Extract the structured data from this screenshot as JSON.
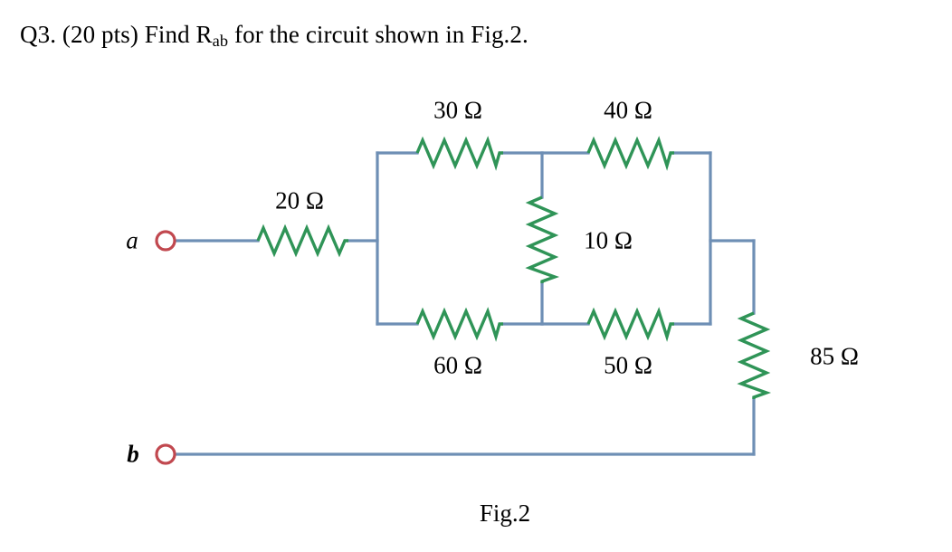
{
  "question": {
    "prefix": "Q3. (20 pts) Find R",
    "subscript": "ab",
    "suffix": " for the circuit shown in Fig.2."
  },
  "figure": {
    "caption": "Fig.2",
    "terminals": [
      {
        "name": "a",
        "label": "a"
      },
      {
        "name": "b",
        "label": "b"
      }
    ],
    "components": [
      {
        "name": "r20",
        "label": "20 Ω",
        "value": 20,
        "unit": "Ω",
        "orientation": "horizontal"
      },
      {
        "name": "r30",
        "label": "30 Ω",
        "value": 30,
        "unit": "Ω",
        "orientation": "horizontal"
      },
      {
        "name": "r40",
        "label": "40 Ω",
        "value": 40,
        "unit": "Ω",
        "orientation": "horizontal"
      },
      {
        "name": "r10",
        "label": "10 Ω",
        "value": 10,
        "unit": "Ω",
        "orientation": "vertical"
      },
      {
        "name": "r60",
        "label": "60 Ω",
        "value": 60,
        "unit": "Ω",
        "orientation": "horizontal"
      },
      {
        "name": "r50",
        "label": "50 Ω",
        "value": 50,
        "unit": "Ω",
        "orientation": "horizontal"
      },
      {
        "name": "r85",
        "label": "85 Ω",
        "value": 85,
        "unit": "Ω",
        "orientation": "vertical"
      }
    ],
    "colors": {
      "wire": "#6e8fb5",
      "resistor": "#2f9457",
      "terminal": "#c1484f",
      "text": "#000000",
      "background": "#ffffff"
    }
  }
}
